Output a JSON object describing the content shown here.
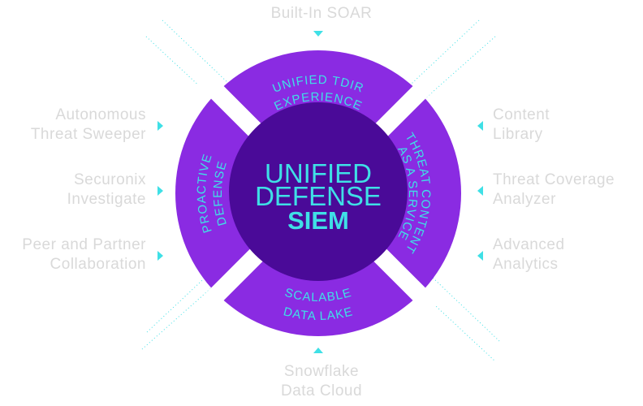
{
  "center": {
    "line1": "UNIFIED",
    "line2": "DEFENSE",
    "line3": "SIEM"
  },
  "segments": {
    "top": {
      "line1": "UNIFIED TDIR",
      "line2": "EXPERIENCE"
    },
    "right": {
      "line1": "THREAT CONTENT",
      "line2": "AS A SERVICE"
    },
    "bottom": {
      "line1": "SCALABLE",
      "line2": "DATA LAKE"
    },
    "left": {
      "line1": "PROACTIVE",
      "line2": "DEFENSE"
    }
  },
  "labels": {
    "top": "Built-In SOAR",
    "bottom": [
      "Snowflake",
      "Data Cloud"
    ],
    "left": [
      [
        "Autonomous",
        "Threat Sweeper"
      ],
      [
        "Securonix",
        "Investigate"
      ],
      [
        "Peer and Partner",
        "Collaboration"
      ]
    ],
    "right": [
      [
        "Content",
        "Library"
      ],
      [
        "Threat Coverage",
        "Analyzer"
      ],
      [
        "Advanced",
        "Analytics"
      ]
    ]
  },
  "colors": {
    "ring": "#8a2be2",
    "core": "#4a0a98",
    "accent": "#3fe0e6",
    "label": "#d9d9d9"
  }
}
